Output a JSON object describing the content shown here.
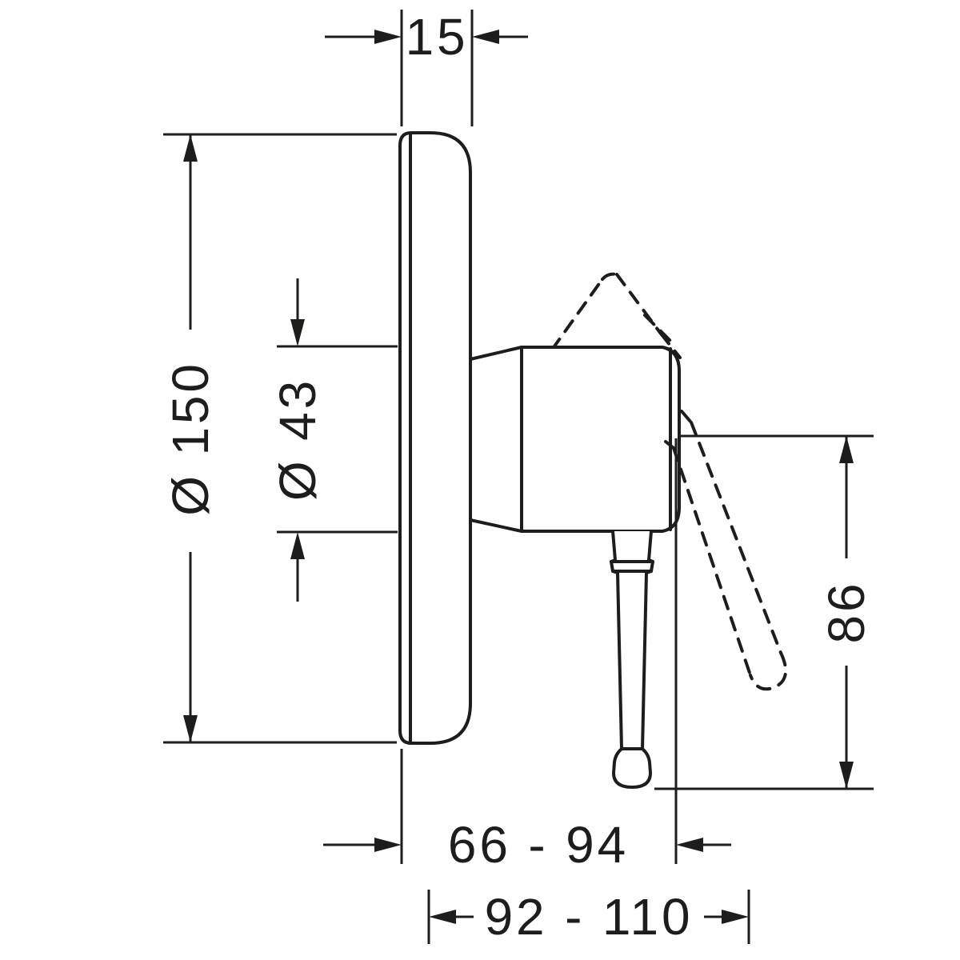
{
  "colors": {
    "background": "#ffffff",
    "line": "#1d1d1b"
  },
  "drawing": {
    "dim_plate_thickness": "15",
    "dim_plate_diameter": "Ø 150",
    "dim_body_diameter": "Ø 43",
    "dim_handle_length": "86",
    "dim_depth_range": "66 - 94",
    "dim_overall_depth_range": "92 - 110"
  }
}
